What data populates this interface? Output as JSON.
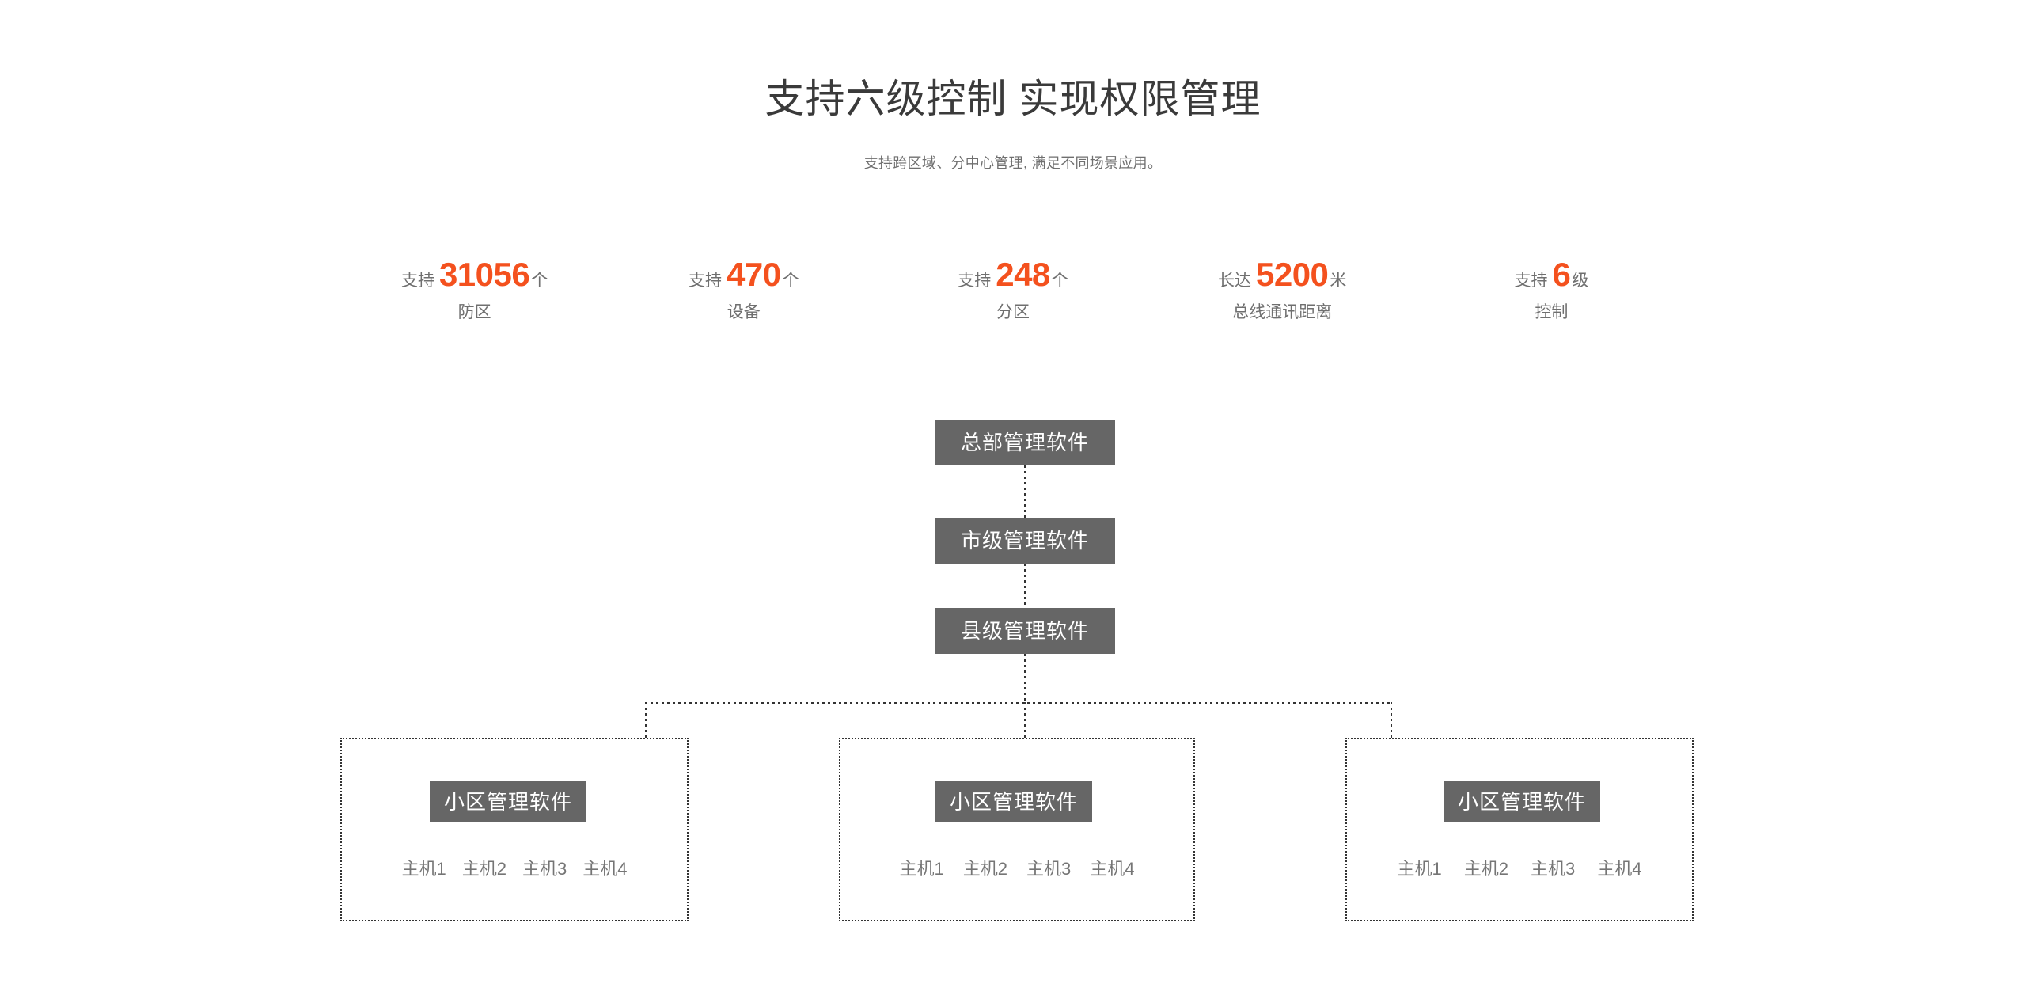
{
  "header": {
    "title": "支持六级控制 实现权限管理",
    "subtitle": "支持跨区域、分中心管理, 满足不同场景应用。"
  },
  "colors": {
    "accent": "#f4511e",
    "node_bg": "#666666",
    "text_gray": "#6f6f6f",
    "title_gray": "#3a3a3a",
    "divider": "#b5b5b5",
    "background": "#ffffff"
  },
  "stats": [
    {
      "prefix": "支持",
      "number": "31056",
      "unit": "个",
      "label": "防区"
    },
    {
      "prefix": "支持",
      "number": "470",
      "unit": "个",
      "label": "设备"
    },
    {
      "prefix": "支持",
      "number": "248",
      "unit": "个",
      "label": "分区"
    },
    {
      "prefix": "长达",
      "number": "5200",
      "unit": "米",
      "label": "总线通讯距离"
    },
    {
      "prefix": "支持",
      "number": "6",
      "unit": "级",
      "label": "控制"
    }
  ],
  "diagram": {
    "levels": [
      {
        "label": "总部管理软件"
      },
      {
        "label": "市级管理软件"
      },
      {
        "label": "县级管理软件"
      }
    ],
    "groups": [
      {
        "label": "小区管理软件",
        "hosts": [
          "主机1",
          "主机2",
          "主机3",
          "主机4"
        ]
      },
      {
        "label": "小区管理软件",
        "hosts": [
          "主机1",
          "主机2",
          "主机3",
          "主机4"
        ]
      },
      {
        "label": "小区管理软件",
        "hosts": [
          "主机1",
          "主机2",
          "主机3",
          "主机4"
        ]
      }
    ]
  }
}
